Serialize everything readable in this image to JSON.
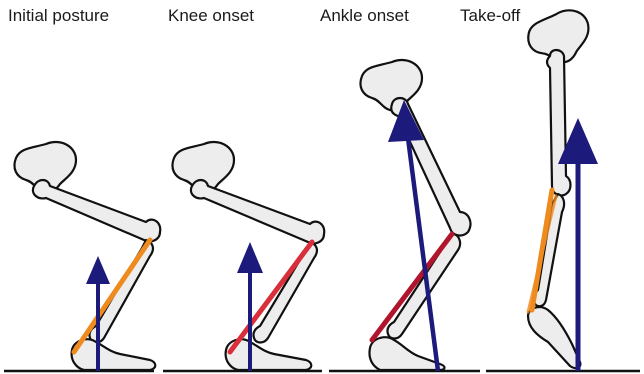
{
  "figure": {
    "stages": [
      {
        "title": "Initial posture",
        "muscle_color": "#ef8a1e"
      },
      {
        "title": "Knee onset",
        "muscle_color": "#d92f3a"
      },
      {
        "title": "Ankle onset",
        "muscle_color": "#b0152d"
      },
      {
        "title": "Take-off",
        "muscle_color": "#ef8a1e"
      }
    ],
    "force_arrow_color": "#1c1a7a",
    "icons": [
      "pelvis-bone-icon",
      "femur-bone-icon",
      "tibia-bone-icon",
      "foot-bone-icon",
      "force-arrow-icon"
    ]
  }
}
